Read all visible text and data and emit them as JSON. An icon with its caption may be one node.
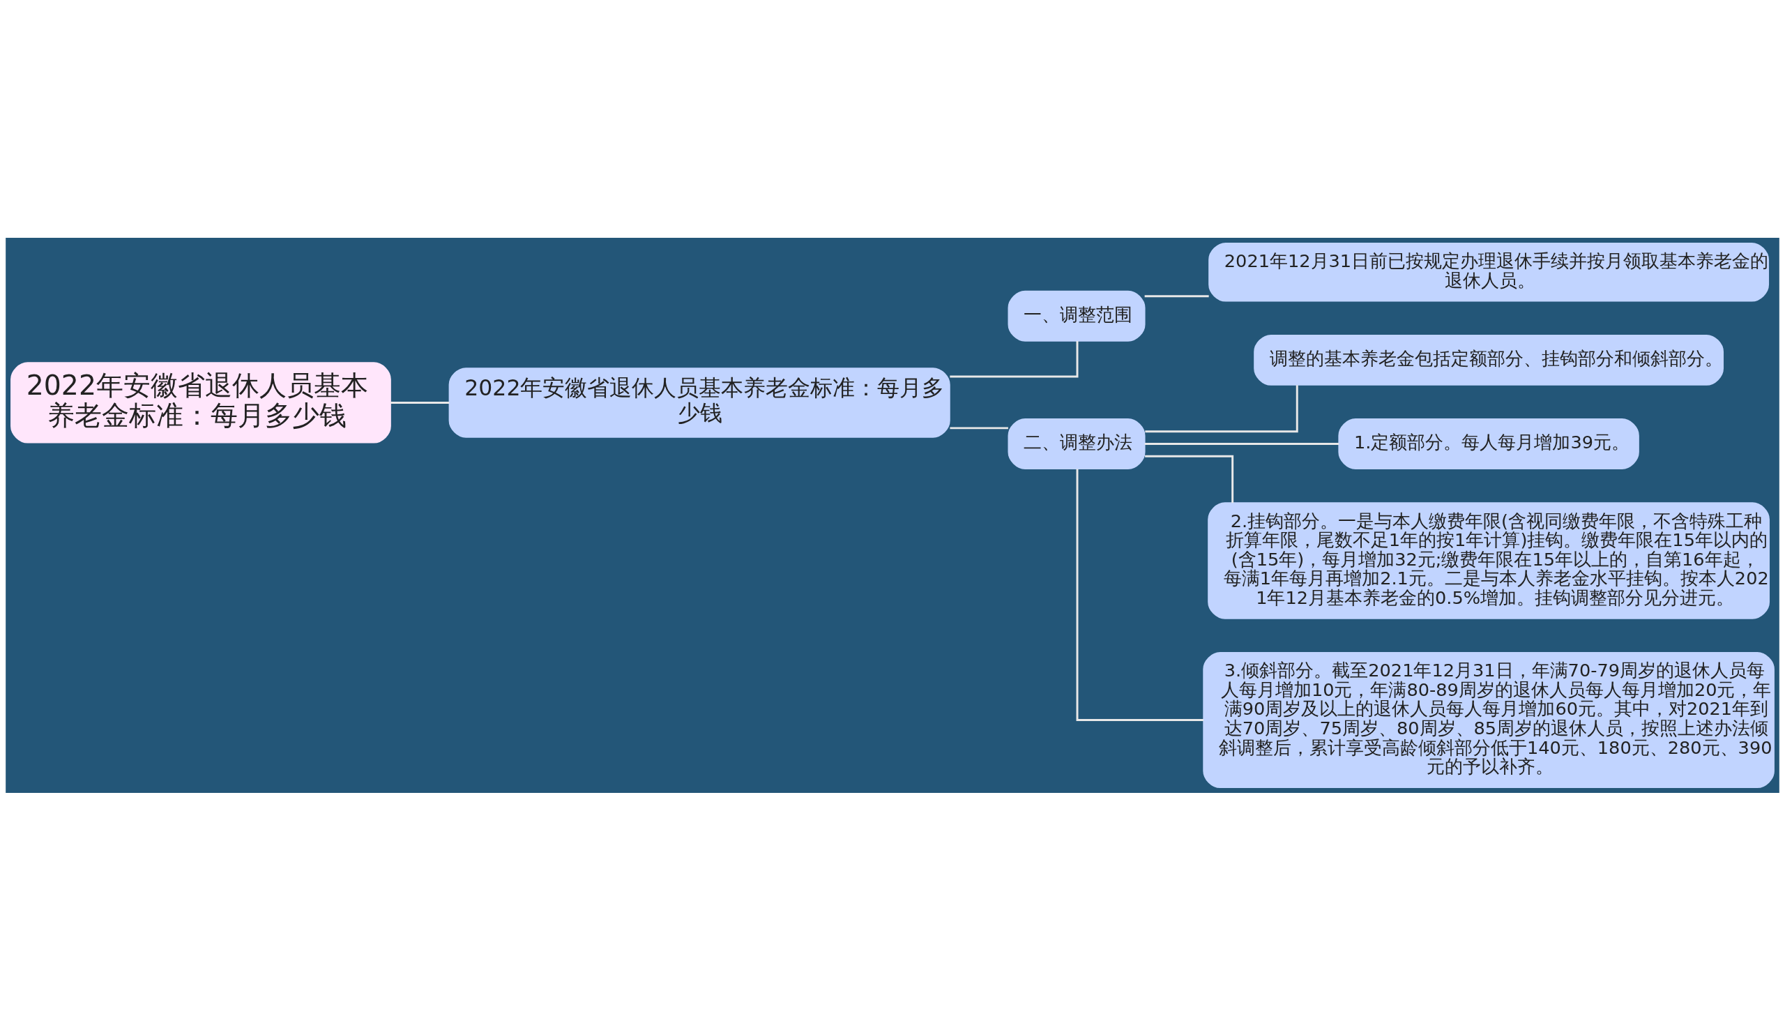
{
  "diagram": {
    "nodes": [
      {
        "text": [
          "2022年安徽省退休人员基本养老金标准：每月多少钱"
        ]
      },
      {
        "text": [
          "2022年安徽省退休人员基本养老金标准：每月多少钱"
        ]
      },
      {
        "text": [
          "一、调整范围"
        ]
      },
      {
        "text": [
          "2021年12月31日前已按规定办理退休手续并按月领取基本养老金的退休人员。"
        ]
      },
      {
        "text": [
          "二、调整办法"
        ]
      },
      {
        "text": [
          "调整的基本养老金包括定额部分、挂钩部分和倾斜部分。"
        ]
      },
      {
        "text": [
          "1.定额部分。每人每月增加39元。"
        ]
      },
      {
        "text": [
          "2.挂钩部分。一是与本人缴费年限(含视同缴费年限，不含特殊工种折算年限，尾数不足1年的按1年计算)挂钩。缴费年限在15年以内的(含15年)，每月增加32元;缴费年限在15年以上的，自第16年起，每满1年每月再增加2.1元。二是与本人养老金水平挂钩。按本人2021年12月基本养老金的0.5%增加。挂钩调整部分见分进元。"
        ]
      },
      {
        "text": [
          "3.倾斜部分。截至2021年12月31日，年满70-79周岁的退休人员每人每月增加10元，年满80-89周岁的退休人员每人每月增加20元，年满90周岁及以上的退休人员每人每月增加60元。其中，对2021年到达70周岁、75周岁、80周岁、85周岁的退休人员，按照上述办法倾斜调整后，累计享受高龄倾斜部分低于140元、180元、280元、390元的予以补齐。"
        ]
      }
    ],
    "edges": [
      {
        "from": 0,
        "to": 1,
        "arrow": "none"
      },
      {
        "from": 1,
        "to": 2,
        "arrow": "none"
      },
      {
        "from": 2,
        "to": 3,
        "arrow": "none"
      },
      {
        "from": 1,
        "to": 4,
        "arrow": "none"
      },
      {
        "from": 4,
        "to": 5,
        "arrow": "none"
      },
      {
        "from": 4,
        "to": 6,
        "arrow": "none"
      },
      {
        "from": 4,
        "to": 7,
        "arrow": "none"
      },
      {
        "from": 4,
        "to": 8,
        "arrow": "none"
      }
    ]
  }
}
